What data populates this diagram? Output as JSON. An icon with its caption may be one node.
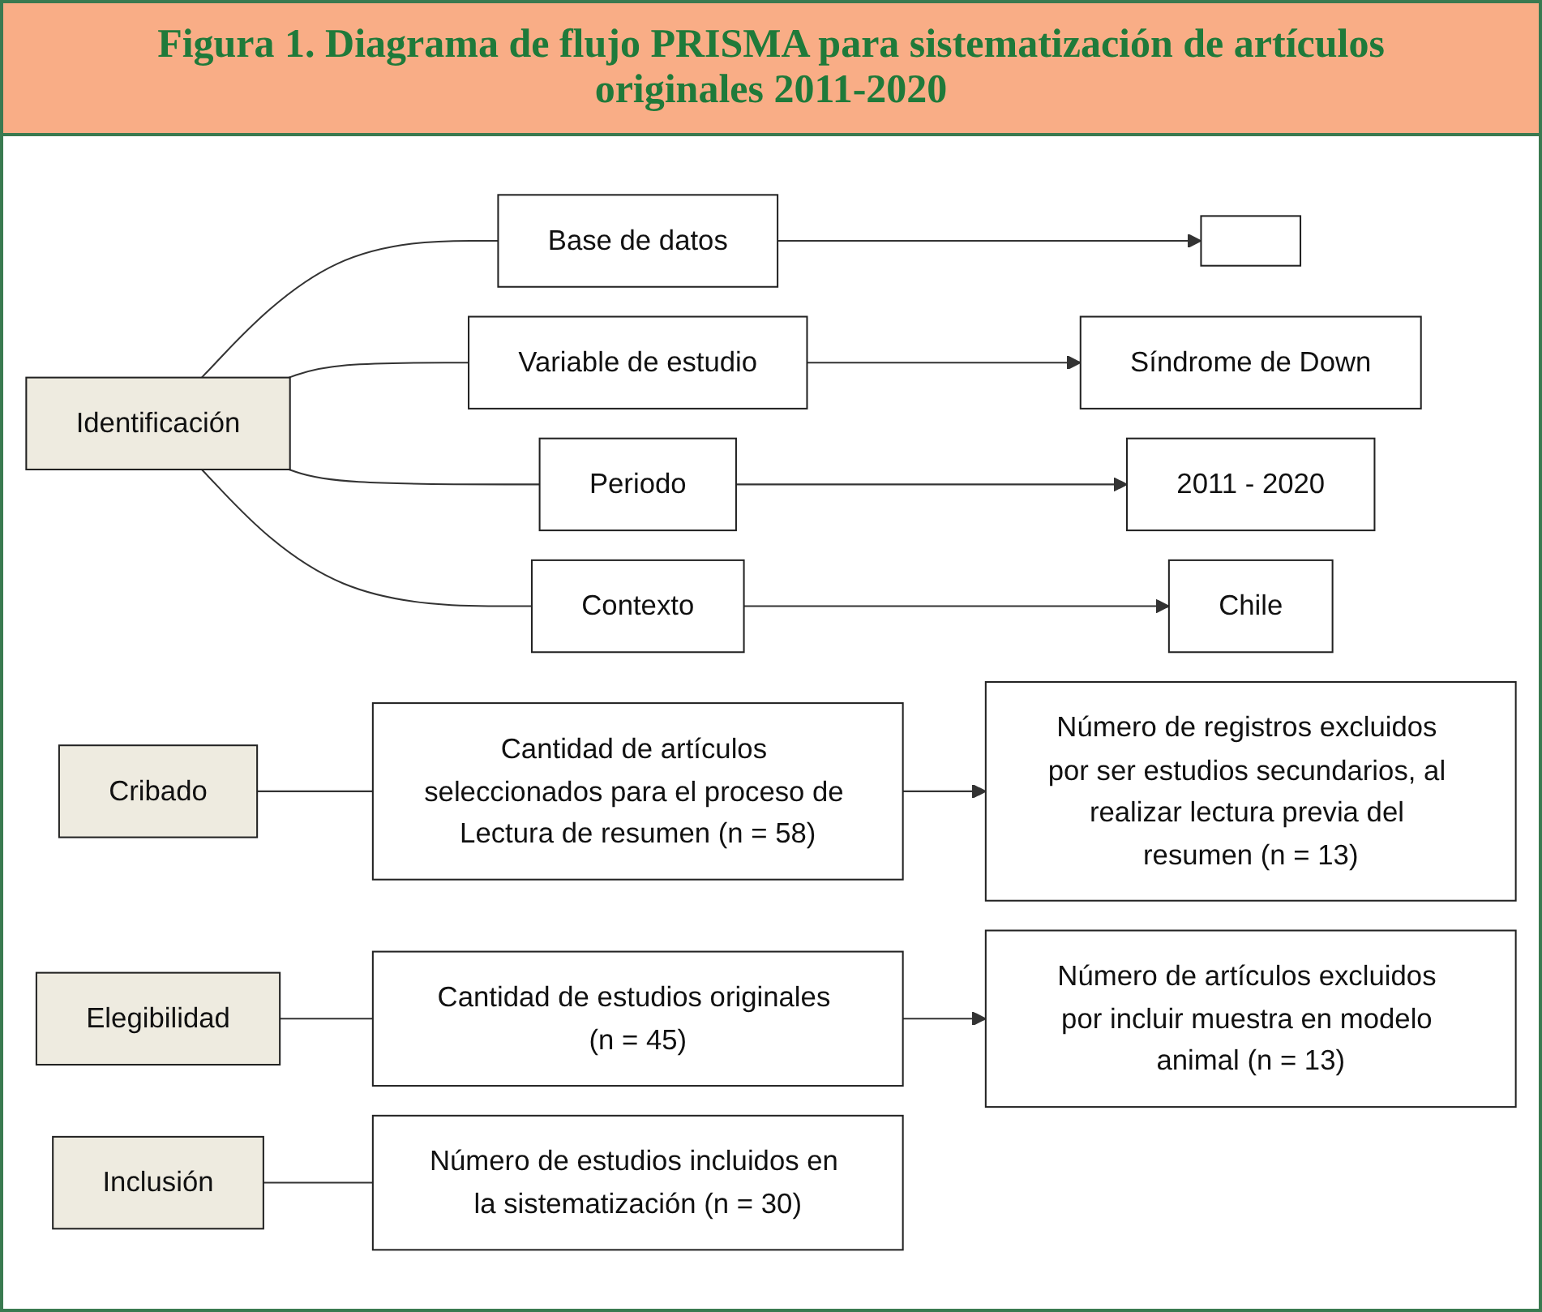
{
  "diagram": {
    "title": "Figura 1. Diagrama de flujo PRISMA para sistematización de artículos originales 2011-2020",
    "nodes": [
      {
        "text": [
          "Identificación"
        ]
      },
      {
        "text": [
          "Base de datos"
        ]
      },
      {
        "text": [],
        "shape": "box"
      },
      {
        "text": [
          "Variable de estudio"
        ]
      },
      {
        "text": [
          "Síndrome de Down"
        ]
      },
      {
        "text": [
          "Periodo"
        ]
      },
      {
        "text": [
          "2011 - 2020"
        ]
      },
      {
        "text": [
          "Contexto"
        ]
      },
      {
        "text": [
          "Chile"
        ]
      },
      {
        "text": [
          "Cribado"
        ]
      },
      {
        "text": [
          "Cantidad de artículos seleccionados para el proceso de Lectura de resumen (n = 58)"
        ]
      },
      {
        "text": [
          "Número de registros excluidos por ser estudios secundarios, al realizar lectura previa del resumen (n = 13)"
        ]
      },
      {
        "text": [
          "Elegibilidad"
        ]
      },
      {
        "text": [
          "Cantidad de estudios originales (n = 45)"
        ]
      },
      {
        "text": [
          "Número de artículos excluidos por incluir muestra en modelo animal (n = 13)"
        ]
      },
      {
        "text": [
          "Inclusión"
        ]
      },
      {
        "text": [
          "Número de estudios incluidos en la sistematización (n = 30)"
        ]
      }
    ],
    "edges": [
      {
        "from": 0,
        "to": 1,
        "arrow": "none"
      },
      {
        "from": 0,
        "to": 3,
        "arrow": "none"
      },
      {
        "from": 0,
        "to": 5,
        "arrow": "none"
      },
      {
        "from": 0,
        "to": 7,
        "arrow": "none"
      },
      {
        "from": 1,
        "to": 2,
        "arrow": "to"
      },
      {
        "from": 3,
        "to": 4,
        "arrow": "to"
      },
      {
        "from": 5,
        "to": 6,
        "arrow": "to"
      },
      {
        "from": 7,
        "to": 8,
        "arrow": "to"
      },
      {
        "from": 9,
        "to": 10,
        "arrow": "none"
      },
      {
        "from": 10,
        "to": 11,
        "arrow": "to"
      },
      {
        "from": 12,
        "to": 13,
        "arrow": "none"
      },
      {
        "from": 13,
        "to": 14,
        "arrow": "to"
      },
      {
        "from": 15,
        "to": 16,
        "arrow": "none"
      }
    ]
  }
}
